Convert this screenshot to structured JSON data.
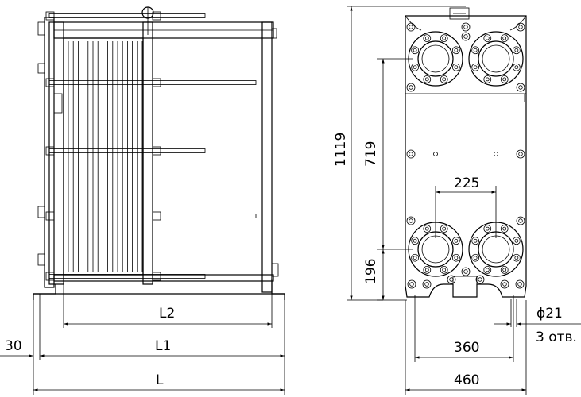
{
  "side_view": {
    "labels": {
      "l2": "L2",
      "l1": "L1",
      "l": "L",
      "offset_30": "30"
    }
  },
  "front_view": {
    "labels": {
      "height_1119": "1119",
      "height_719": "719",
      "height_196": "196",
      "spacing_225": "225",
      "width_360": "360",
      "width_460": "460",
      "hole_dia": "ϕ21",
      "hole_count": "3 отв."
    }
  }
}
